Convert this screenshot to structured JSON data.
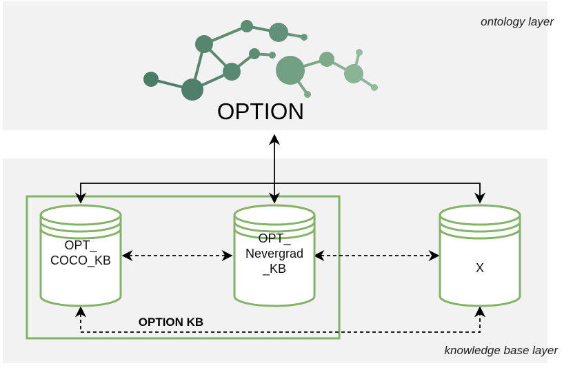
{
  "layers": {
    "ontology_label": "ontology layer",
    "kb_label": "knowledge base layer"
  },
  "ontology": {
    "title": "OPTION",
    "logo_icon": "molecule-network-icon"
  },
  "kb_group": {
    "title": "OPTION KB"
  },
  "databases": [
    {
      "id": "opt-coco-kb",
      "lines": [
        "OPT_",
        "COCO_KB"
      ]
    },
    {
      "id": "opt-nevergrad-kb",
      "lines": [
        "OPT_",
        "Nevergrad",
        "_KB"
      ]
    },
    {
      "id": "x-kb",
      "lines": [
        "X"
      ]
    }
  ],
  "colors": {
    "layer_bg": "#f2f2f2",
    "group_border": "#82b366",
    "db_stroke": "#82b366",
    "arrow": "#000000",
    "node_dark": "#4a7c67",
    "node_light": "#9cc3a6"
  },
  "icon_names": {
    "cylinder": "database-cylinder-icon",
    "arrow_solid": "bidirectional-arrow-icon",
    "arrow_dashed": "dashed-bidirectional-arrow-icon"
  }
}
